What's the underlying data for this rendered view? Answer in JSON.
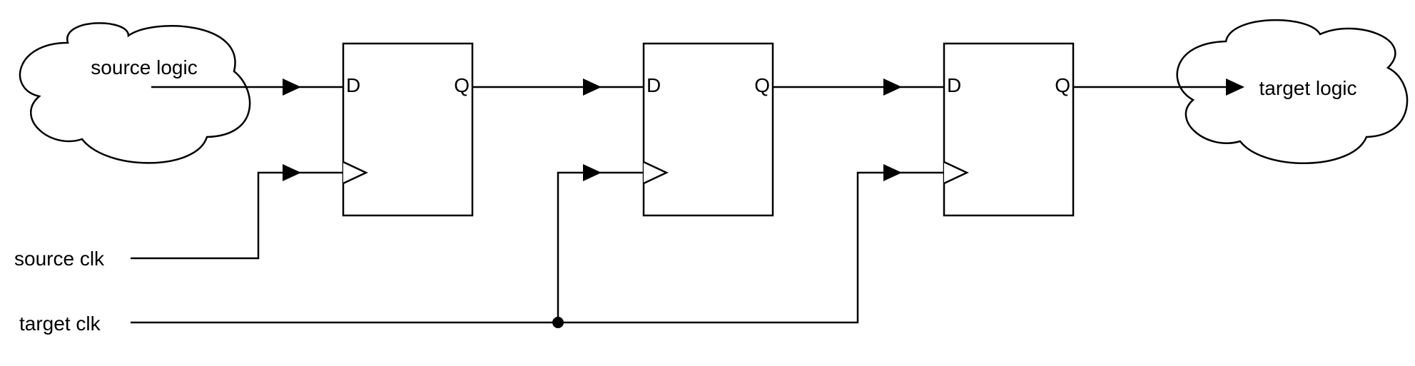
{
  "diagram": {
    "type": "two-flop clock domain crossing synchronizer",
    "source_cloud": {
      "label": "source logic"
    },
    "target_cloud": {
      "label": "target logic"
    },
    "flip_flops": [
      {
        "d_label": "D",
        "q_label": "Q"
      },
      {
        "d_label": "D",
        "q_label": "Q"
      },
      {
        "d_label": "D",
        "q_label": "Q"
      }
    ],
    "clocks": {
      "source": {
        "label": "source clk"
      },
      "target": {
        "label": "target clk"
      }
    },
    "colors": {
      "stroke": "#000000",
      "background": "#ffffff"
    }
  }
}
